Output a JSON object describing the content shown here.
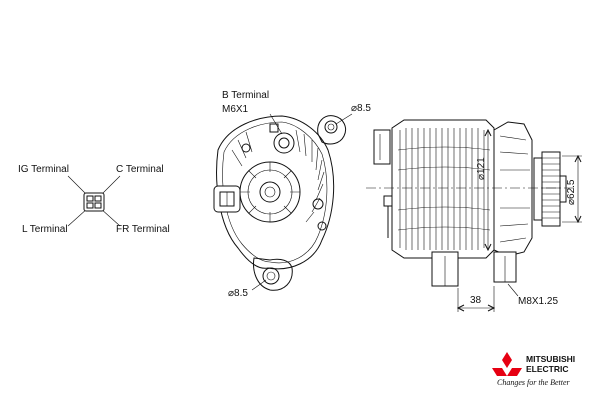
{
  "connector_labels": {
    "ig": "IG Terminal",
    "c": "C Terminal",
    "l": "L Terminal",
    "fr": "FR Terminal"
  },
  "front_view": {
    "b_terminal": "B Terminal",
    "b_terminal_thread": "M6X1",
    "hole_top": "⌀8.5",
    "hole_bottom": "⌀8.5"
  },
  "side_view": {
    "body_diameter": "⌀121",
    "pulley_diameter": "⌀62.5",
    "mount_distance": "38",
    "mount_thread": "M8X1.25"
  },
  "brand": {
    "line1": "MITSUBISHI",
    "line2": "ELECTRIC",
    "tagline": "Changes for the Better",
    "color": "#e60012"
  }
}
